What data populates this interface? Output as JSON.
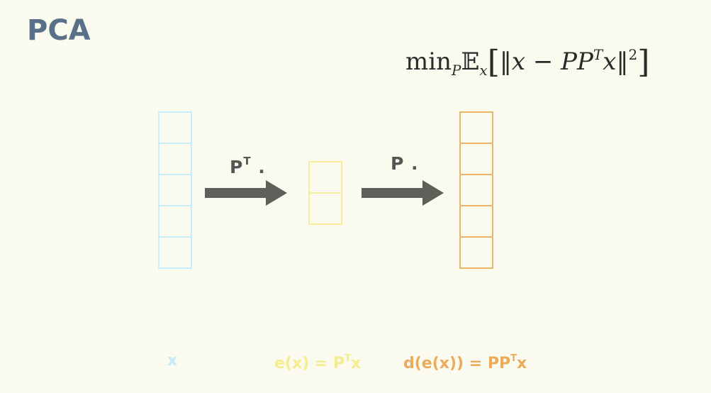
{
  "title": "PCA",
  "formula": {
    "min": "min",
    "min_sub": "P",
    "expect": "𝔼",
    "expect_sub": "x",
    "lbracket": "[",
    "norm_open": "‖",
    "x1": "x",
    "minus": " − ",
    "pp": "PP",
    "t_sup": "T",
    "x2": "x",
    "norm_close": "‖",
    "sq": "2",
    "rbracket": "]"
  },
  "operators": {
    "encode_base": "P",
    "encode_sup": "T",
    "encode_dot": " .",
    "decode": "P ."
  },
  "vectors": {
    "input_cells": 5,
    "code_cells": 2,
    "output_cells": 5
  },
  "labels": {
    "x": "x",
    "e_pre": "e(x) = P",
    "e_sup": "T",
    "e_post": "x",
    "d_pre": "d(e(x)) = PP",
    "d_sup": "T",
    "d_post": "x"
  },
  "colors": {
    "input": "#c7ecfa",
    "code": "#f6ec9a",
    "output": "#ebb469",
    "arrow": "#5f5f5a",
    "title": "#5a7088"
  }
}
